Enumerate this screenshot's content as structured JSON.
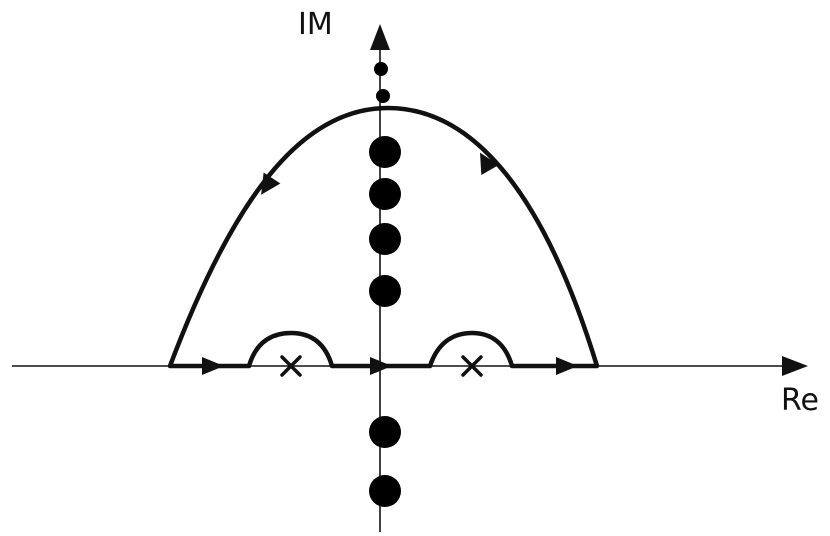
{
  "axes": {
    "y_label": "IM",
    "x_label": "Re"
  },
  "colors": {
    "stroke": "#111111",
    "background": "#ffffff"
  },
  "icons": {
    "pole": "filled-circle",
    "singularity": "x-cross",
    "direction": "triangle-arrow"
  }
}
